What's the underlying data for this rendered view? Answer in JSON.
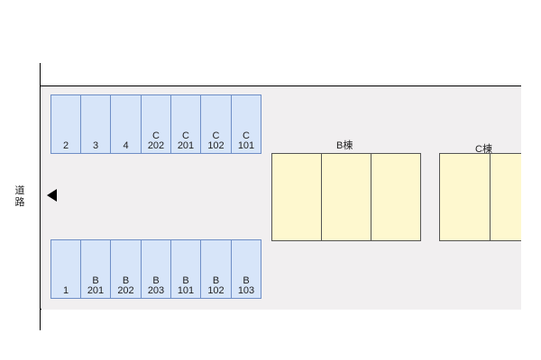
{
  "road": {
    "label": "道路",
    "label_lines": [
      "道",
      "路"
    ],
    "direction_icon": "left-triangle-arrow"
  },
  "colors": {
    "parking": "#d7e5f9",
    "parking_border": "#6e8ec6",
    "building": "#fef8cf",
    "lot": "#f1eff0"
  },
  "top_row": [
    {
      "line1": "",
      "line2": "2"
    },
    {
      "line1": "",
      "line2": "3"
    },
    {
      "line1": "",
      "line2": "4"
    },
    {
      "line1": "C",
      "line2": "202"
    },
    {
      "line1": "C",
      "line2": "201"
    },
    {
      "line1": "C",
      "line2": "102"
    },
    {
      "line1": "C",
      "line2": "101"
    }
  ],
  "bottom_row": [
    {
      "line1": "",
      "line2": "1"
    },
    {
      "line1": "B",
      "line2": "201"
    },
    {
      "line1": "B",
      "line2": "202"
    },
    {
      "line1": "B",
      "line2": "203"
    },
    {
      "line1": "B",
      "line2": "101"
    },
    {
      "line1": "B",
      "line2": "102"
    },
    {
      "line1": "B",
      "line2": "103"
    }
  ],
  "buildings": [
    {
      "label": "B棟",
      "units": 3
    },
    {
      "label": "C棟",
      "units": 2
    }
  ]
}
